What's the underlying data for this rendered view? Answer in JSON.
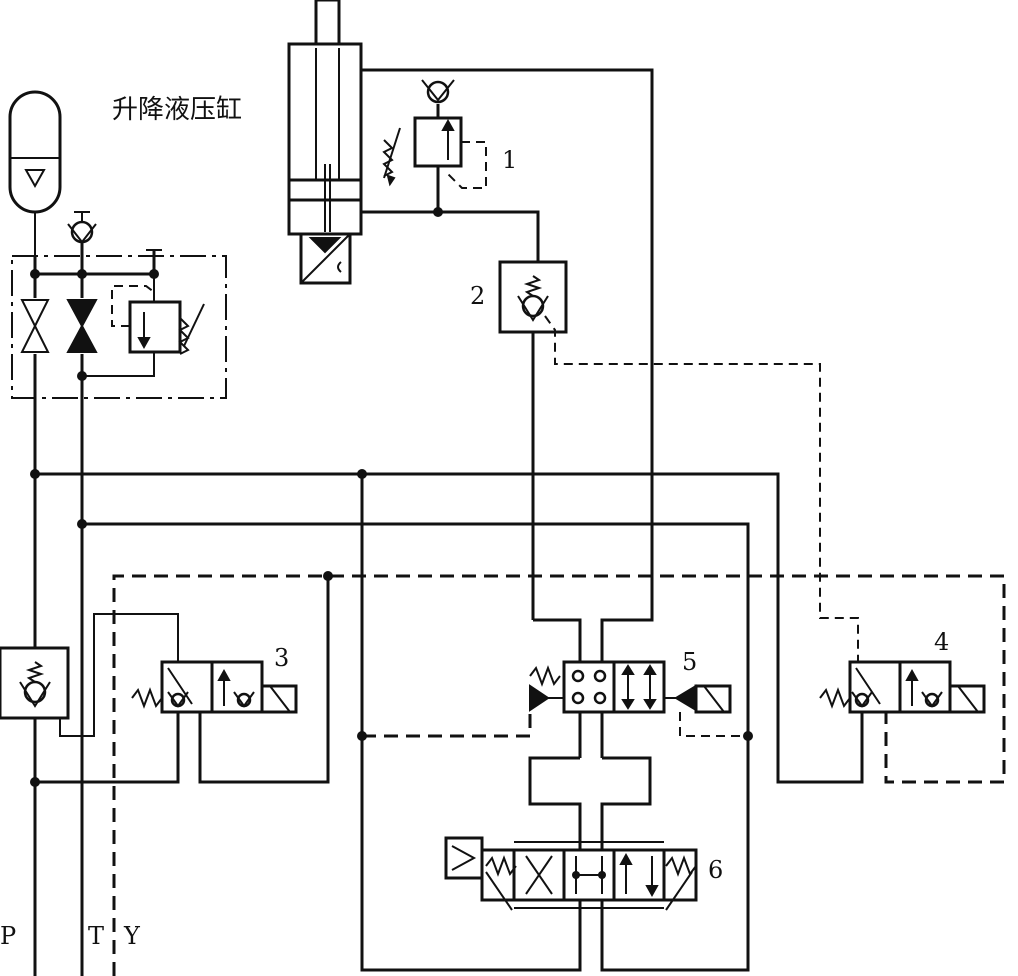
{
  "labels": {
    "cylinder": "升降液压缸",
    "valve1": "1",
    "valve2": "2",
    "valve3": "3",
    "valve4": "4",
    "valve5": "5",
    "valve6": "6",
    "port_p": "P",
    "port_t": "T",
    "port_y": "Y"
  }
}
